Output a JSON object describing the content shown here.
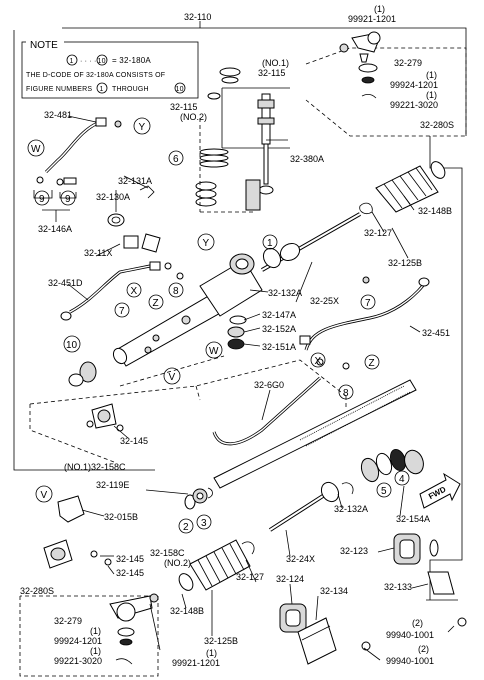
{
  "note": {
    "heading": "NOTE",
    "line1_start": "1",
    "line1_end": "10",
    "line1_ref": "= 32-180A",
    "line2": "THE D-CODE OF 32-180A CONSISTS OF",
    "line3_pre": "FIGURE NUMBERS",
    "line3_a": "1",
    "line3_mid": "THROUGH",
    "line3_b": "10"
  },
  "labels": {
    "l_32_110": "32-110",
    "l_99921_top": "99921-1201",
    "l_99921_top_num": "(1)",
    "l_32_279_top": "32-279",
    "l_99924_top_num": "(1)",
    "l_99924_top": "99924-1201",
    "l_99221_top_num": "(1)",
    "l_99221_top": "99221-3020",
    "l_32_280s_top": "32-280S",
    "l_no1_115": "(NO.1)",
    "l_32_115a": "32-115",
    "l_32_115b": "32-115",
    "l_no2_115": "(NO.2)",
    "l_32_481": "32-481",
    "l_32_380a": "32-380A",
    "l_32_131a": "32-131A",
    "l_32_130a": "32-130A",
    "l_32_146a": "32-146A",
    "l_32_11x": "32-11X",
    "l_32_148b_top": "32-148B",
    "l_32_127_top": "32-127",
    "l_32_125b_top": "32-125B",
    "l_32_451d": "32-451D",
    "l_32_132a_top": "32-132A",
    "l_32_25x": "32-25X",
    "l_32_147a": "32-147A",
    "l_32_152a": "32-152A",
    "l_32_151a": "32-151A",
    "l_32_451": "32-451",
    "l_32_6g0": "32-6G0",
    "l_32_145_mid": "32-145",
    "l_no1_158c": "(NO.1)32-158C",
    "l_32_119e": "32-119E",
    "l_32_015b": "32-015B",
    "l_32_132a_bot": "32-132A",
    "l_32_154a": "32-154A",
    "l_32_24x": "32-24X",
    "l_32_123": "32-123",
    "l_32_158c_bot": "32-158C",
    "l_no2_158c": "(NO.2)",
    "l_32_145_b1": "32-145",
    "l_32_145_b2": "32-145",
    "l_32_127_bot": "32-127",
    "l_32_124": "32-124",
    "l_32_133": "32-133",
    "l_32_134": "32-134",
    "l_32_280s_bot": "32-280S",
    "l_32_279_bot": "32-279",
    "l_99924_bot_num": "(1)",
    "l_99924_bot": "99924-1201",
    "l_99221_bot_num": "(1)",
    "l_99221_bot": "99221-3020",
    "l_32_148b_bot": "32-148B",
    "l_32_125b_bot": "32-125B",
    "l_99921_bot_num": "(1)",
    "l_99921_bot": "99921-1201",
    "l_99940_a_num": "(2)",
    "l_99940_a": "99940-1001",
    "l_99940_b_num": "(2)",
    "l_99940_b": "99940-1001",
    "l_fwd": "FWD"
  },
  "callouts": {
    "y1": "Y",
    "w1": "W",
    "n9a": "9",
    "n9b": "9",
    "n6": "6",
    "y2": "Y",
    "n1": "1",
    "x1": "X",
    "z1": "Z",
    "n8a": "8",
    "n7a": "7",
    "n7b": "7",
    "n10": "10",
    "w2": "W",
    "v1": "V",
    "x2": "X",
    "z2": "Z",
    "n8b": "8",
    "v2": "V",
    "n2": "2",
    "n3": "3",
    "n5": "5",
    "n4": "4"
  }
}
